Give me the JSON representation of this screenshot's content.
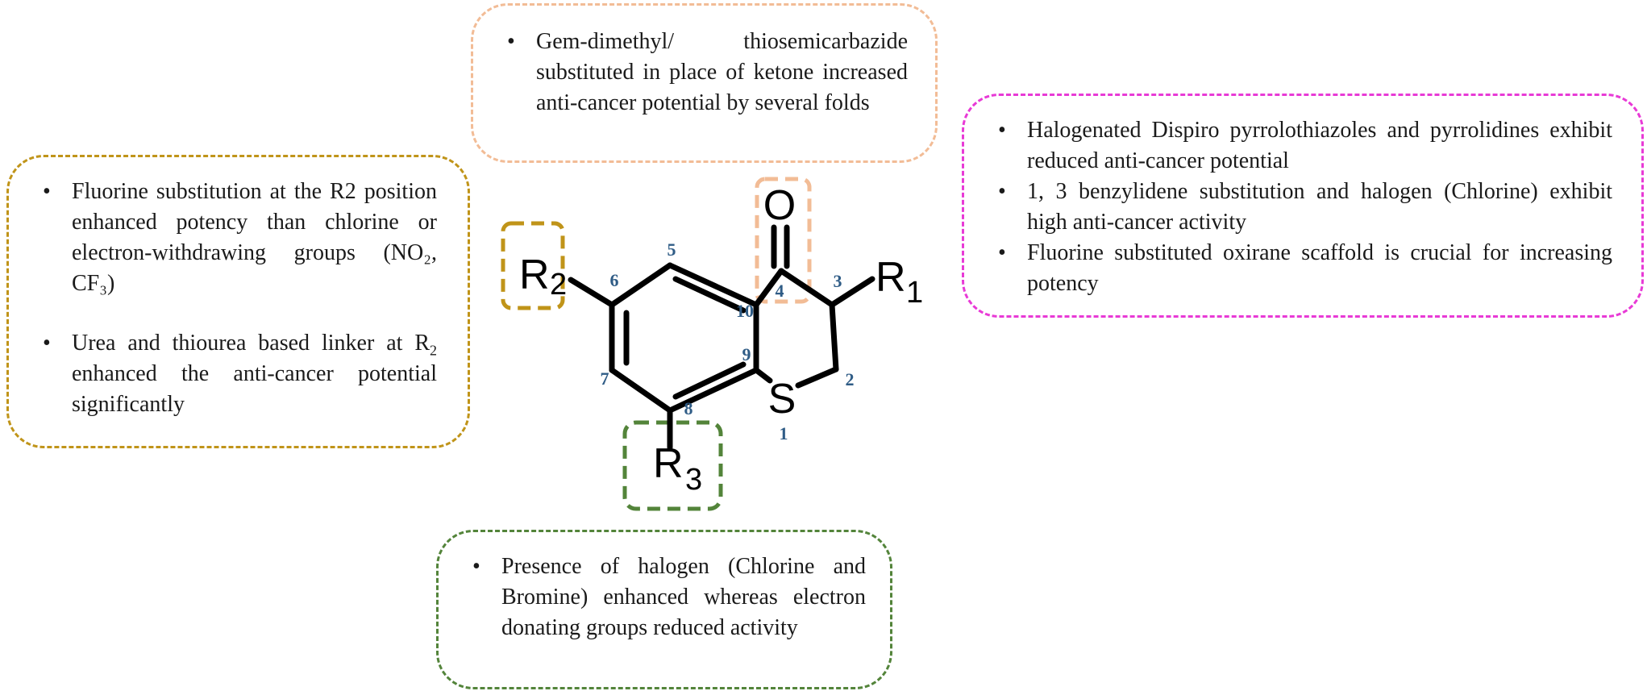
{
  "colors": {
    "r2_box": "#c09419",
    "carbonyl_box": "#f2bc96",
    "right_box": "#e83ad6",
    "r3_box": "#53843a",
    "position_numbers": "#2f5c86",
    "bonds": "#000000"
  },
  "notes": {
    "left": {
      "item1": "Fluorine substitution at the R2 position enhanced potency than chlorine or electron-withdrawing groups (NO₂, CF₃)",
      "item2_prefix": "Urea and thiourea based linker at R",
      "item2_sub": "2",
      "item2_suffix": " enhanced the anti-cancer potential significantly"
    },
    "top": {
      "item1": "Gem-dimethyl/ thiosemicarbazide substituted in place of ketone increased anti-cancer potential by several folds"
    },
    "right": {
      "item1": "Halogenated Dispiro pyrrolothiazoles and pyrrolidines exhibit reduced anti-cancer potential",
      "item2": "1, 3 benzylidene substitution and halogen (Chlorine) exhibit high anti-cancer activity",
      "item3": "Fluorine substituted oxirane scaffold is crucial for increasing potency"
    },
    "bottom": {
      "item1": "Presence of halogen  (Chlorine and Bromine) enhanced whereas electron donating groups reduced activity"
    }
  },
  "structure": {
    "atoms": {
      "oxygen": "O",
      "sulfur": "S",
      "r1": "R",
      "r1_sub": "1",
      "r2": "R",
      "r2_sub": "2",
      "r3": "R",
      "r3_sub": "3"
    },
    "positions": {
      "p1": "1",
      "p2": "2",
      "p3": "3",
      "p4": "4",
      "p5": "5",
      "p6": "6",
      "p7": "7",
      "p8": "8",
      "p9": "9",
      "p10": "10"
    }
  }
}
